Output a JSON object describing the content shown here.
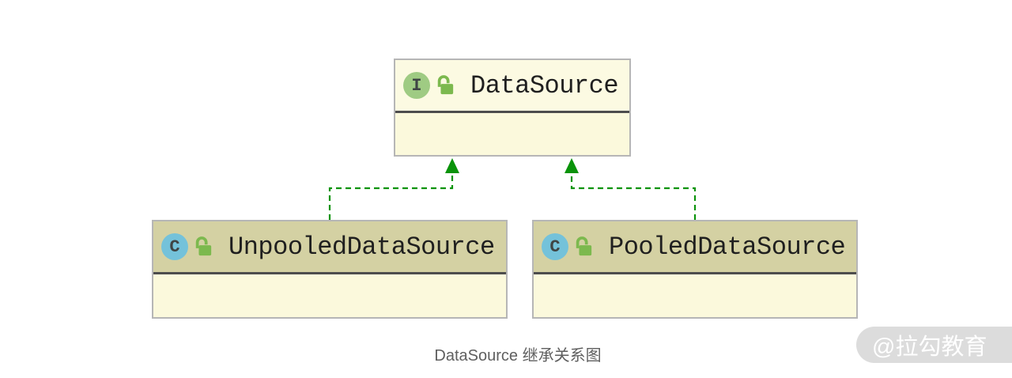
{
  "caption": "DataSource 继承关系图",
  "watermark": "@拉勾教育",
  "nodes": [
    {
      "id": "datasource",
      "kind": "interface",
      "badge_letter": "I",
      "visibility": "public",
      "name": "DataSource"
    },
    {
      "id": "unpooled",
      "kind": "class",
      "badge_letter": "C",
      "visibility": "public",
      "name": "UnpooledDataSource"
    },
    {
      "id": "pooled",
      "kind": "class",
      "badge_letter": "C",
      "visibility": "public",
      "name": "PooledDataSource"
    }
  ],
  "edges": [
    {
      "from": "UnpooledDataSource",
      "to": "DataSource",
      "type": "realization",
      "style": "dashed-green-hollowless-arrow"
    },
    {
      "from": "PooledDataSource",
      "to": "DataSource",
      "type": "realization",
      "style": "dashed-green-hollowless-arrow"
    }
  ],
  "colors": {
    "node_body": "#fbf9dc",
    "class_header": "#d4d1a3",
    "interface_header": "#fcfae2",
    "node_border": "#b6b6b6",
    "separator": "#4d4d4d",
    "edge_green": "#0a930a",
    "interface_badge": "#9fcb83",
    "class_badge": "#74c2da",
    "lock_green": "#7cb94e",
    "caption_text": "#5f5f5f",
    "watermark_bg": "#dcdcdc",
    "watermark_text": "#ffffff"
  }
}
